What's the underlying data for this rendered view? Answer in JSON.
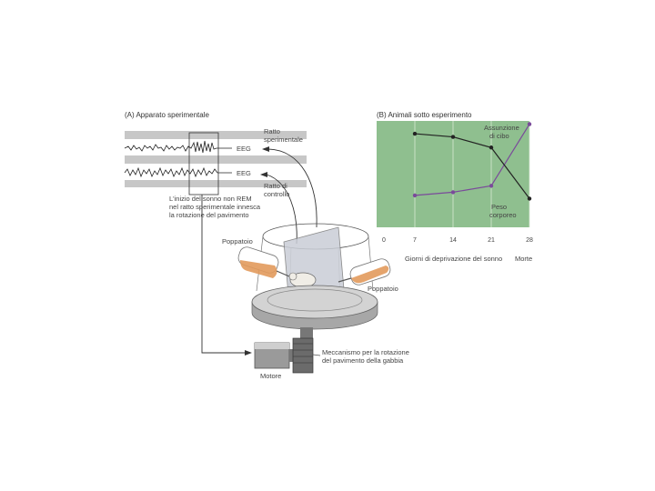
{
  "panel_a": {
    "title": "(A) Apparato sperimentale",
    "eeg_top": "EEG",
    "eeg_bottom": "EEG",
    "rat_experimental": [
      "Ratto",
      "sperimentale"
    ],
    "rat_control": [
      "Ratto di",
      "controllo"
    ],
    "caption": [
      "L'inizio del sonno non REM",
      "nel ratto sperimentale innesca",
      "la rotazione del pavimento"
    ],
    "bottle_left": "Poppatoio",
    "bottle_right": "Poppatoio",
    "motor": "Motore",
    "mechanism": [
      "Meccanismo per la rotazione",
      "del pavimento della gabbia"
    ]
  },
  "panel_b": {
    "title": "(B) Animali sotto esperimento"
  },
  "chart_data": {
    "type": "line",
    "title": "(B) Animali sotto esperimento",
    "xlabel": "Giorni di deprivazione del sonno",
    "x_ticks": [
      "0",
      "7",
      "14",
      "21",
      "28"
    ],
    "x_end_label": "Morte",
    "xlim": [
      0,
      28
    ],
    "background_color": "#8fbf8f",
    "grid": true,
    "series": [
      {
        "name": "Assunzione di cibo",
        "color": "#7a4a9a",
        "x": [
          7,
          14,
          21,
          28
        ],
        "y": [
          0.3,
          0.33,
          0.39,
          0.97
        ]
      },
      {
        "name": "Peso corporeo",
        "color": "#222222",
        "x": [
          7,
          14,
          21,
          28
        ],
        "y": [
          0.88,
          0.85,
          0.75,
          0.27
        ]
      }
    ],
    "series_labels": [
      [
        "Assunzione",
        "di cibo"
      ],
      [
        "Peso",
        "corporeo"
      ]
    ]
  }
}
